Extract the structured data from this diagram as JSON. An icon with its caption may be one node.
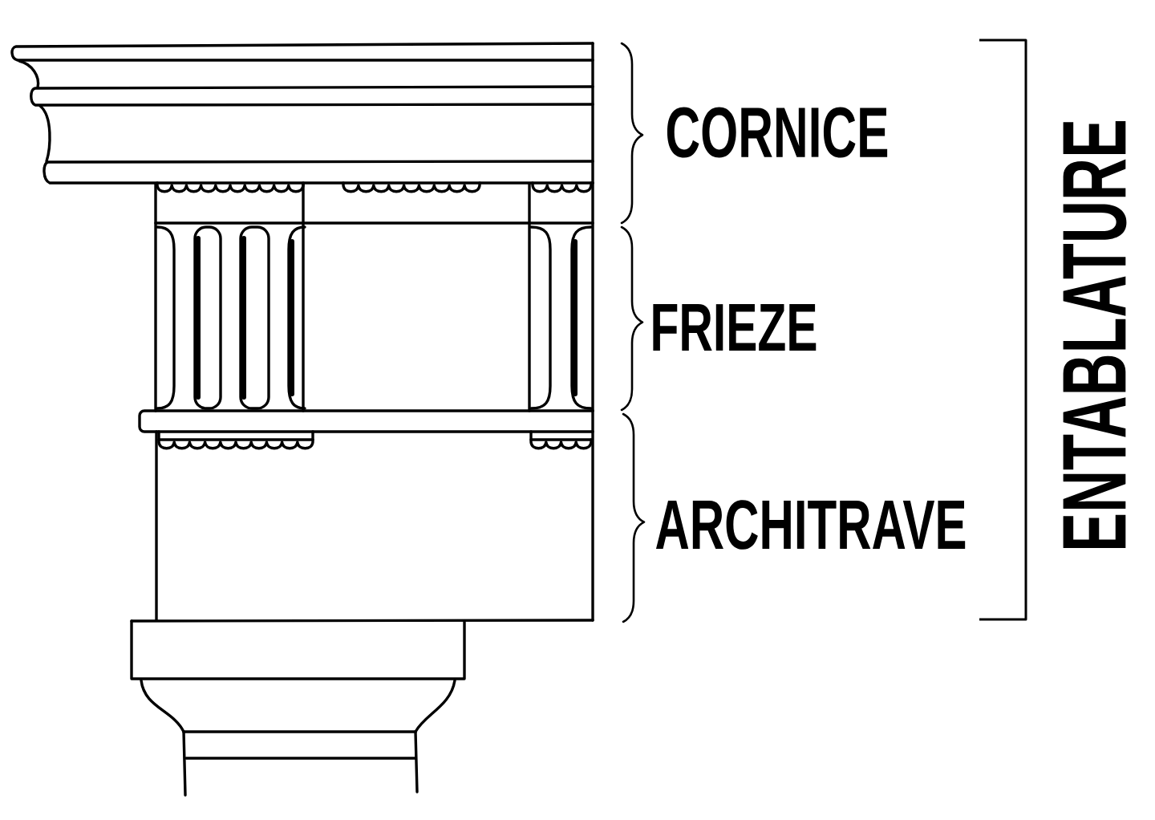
{
  "diagram": {
    "labels": [
      "CORNICE",
      "FRIEZE",
      "ARCHITRAVE",
      "ENTABLATURE"
    ]
  }
}
